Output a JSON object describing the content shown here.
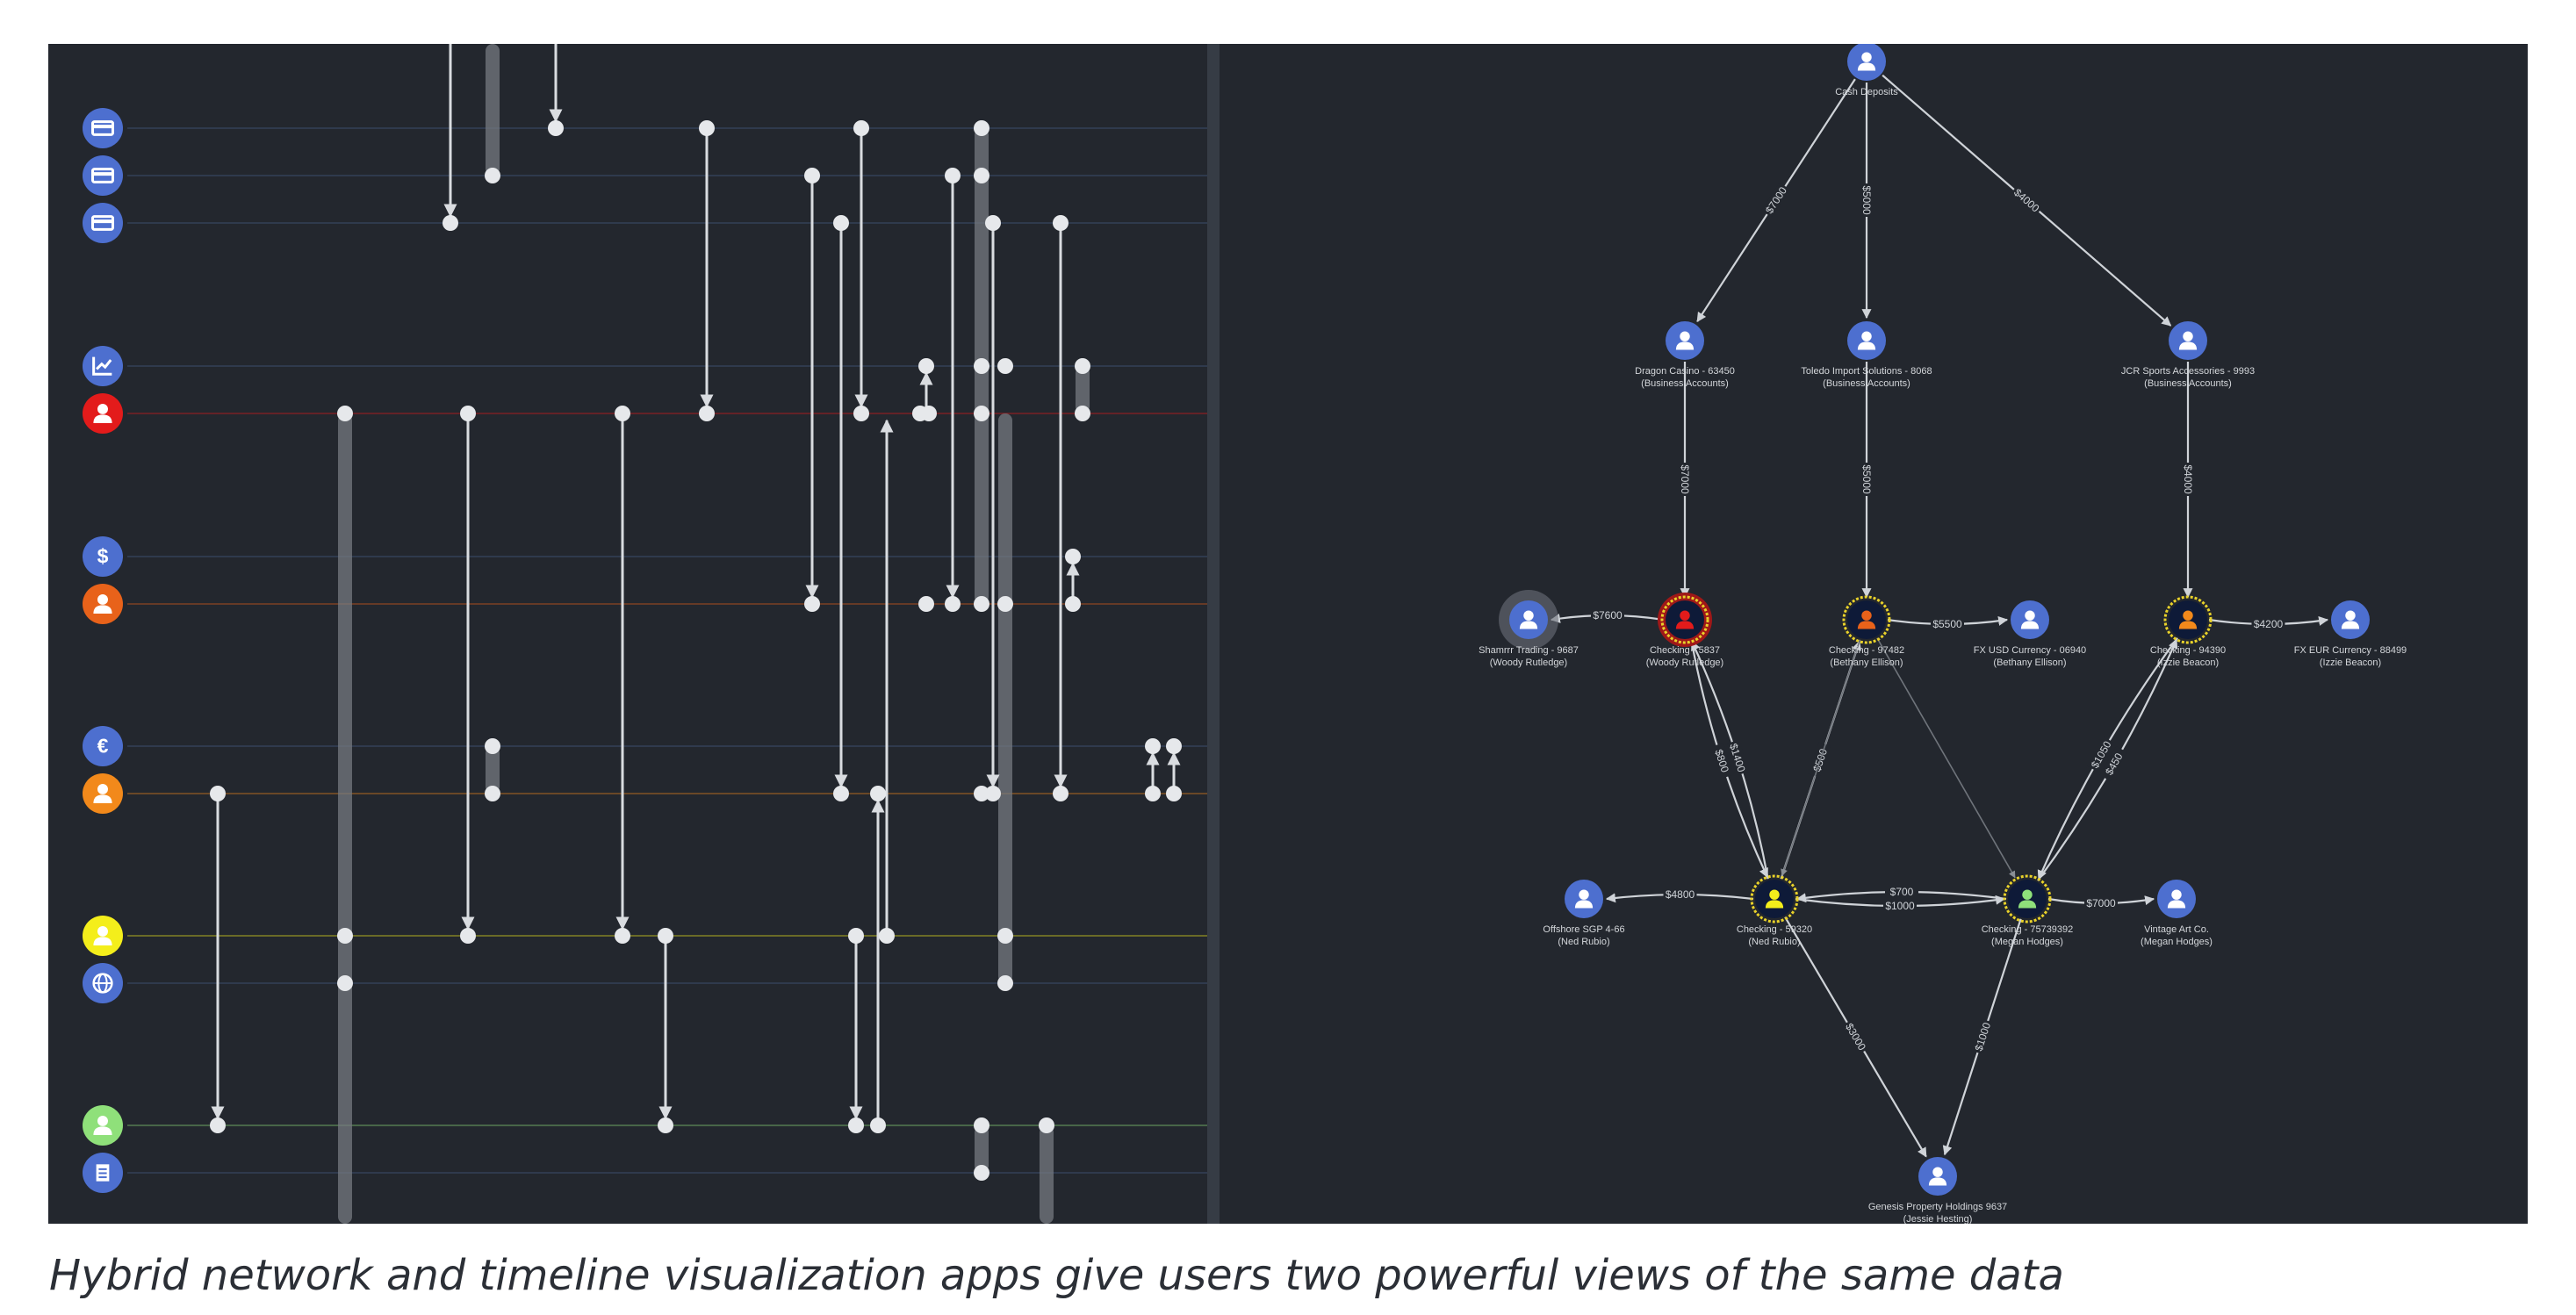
{
  "caption": "Hybrid network and timeline visualization apps give users two powerful views of the same data",
  "colors": {
    "background": "#23272e",
    "panel_divider": "#363c45",
    "link": "#d9dce0",
    "bar": "#767a80",
    "node_blue": "#4d6fcf",
    "red": "#e31b1b",
    "orange_dark": "#e8621a",
    "orange": "#f2891b",
    "yellow": "#f4ee1b",
    "green": "#8fe07a",
    "navy": "#0e1a38"
  },
  "timeline": {
    "lanes": [
      {
        "icon": "card-icon",
        "color": "#4d6fcf"
      },
      {
        "icon": "card-icon",
        "color": "#4d6fcf"
      },
      {
        "icon": "card-icon",
        "color": "#4d6fcf"
      },
      {
        "icon": "chart-icon",
        "color": "#4d6fcf"
      },
      {
        "icon": "person-icon",
        "color": "#e31b1b"
      },
      {
        "icon": "dollar-icon",
        "color": "#4d6fcf"
      },
      {
        "icon": "person-icon",
        "color": "#e8621a"
      },
      {
        "icon": "euro-icon",
        "color": "#4d6fcf"
      },
      {
        "icon": "person-icon",
        "color": "#f2891b"
      },
      {
        "icon": "person-icon",
        "color": "#f4ee1b"
      },
      {
        "icon": "globe-icon",
        "color": "#4d6fcf"
      },
      {
        "icon": "person-icon",
        "color": "#8fe07a"
      },
      {
        "icon": "document-icon",
        "color": "#4d6fcf"
      }
    ]
  },
  "network": {
    "nodes": [
      {
        "id": "cash",
        "label1": "Cash Deposits",
        "label2": "",
        "style": "blue"
      },
      {
        "id": "dragon",
        "label1": "Dragon Casino - 63450",
        "label2": "(Business Accounts)",
        "style": "blue"
      },
      {
        "id": "toledo",
        "label1": "Toledo Import Solutions - 8068",
        "label2": "(Business Accounts)",
        "style": "blue"
      },
      {
        "id": "jcr",
        "label1": "JCR Sports Accessories - 9993",
        "label2": "(Business Accounts)",
        "style": "blue"
      },
      {
        "id": "sham",
        "label1": "Shamrrr Trading - 9687",
        "label2": "(Woody Rutledge)",
        "style": "gray"
      },
      {
        "id": "chk_woody",
        "label1": "Checking - 5837",
        "label2": "(Woody Rutledge)",
        "style": "red"
      },
      {
        "id": "chk_bethany",
        "label1": "Checking - 97482",
        "label2": "(Bethany Ellison)",
        "style": "orange"
      },
      {
        "id": "fxusd",
        "label1": "FX USD Currency - 06940",
        "label2": "(Bethany Ellison)",
        "style": "blue"
      },
      {
        "id": "chk_izzie",
        "label1": "Checking - 94390",
        "label2": "(Izzie Beacon)",
        "style": "orange2"
      },
      {
        "id": "fxeur",
        "label1": "FX EUR Currency - 88499",
        "label2": "(Izzie Beacon)",
        "style": "blue"
      },
      {
        "id": "offshore",
        "label1": "Offshore SGP 4-66",
        "label2": "(Ned Rubio)",
        "style": "blue"
      },
      {
        "id": "chk_ned",
        "label1": "Checking - 59320",
        "label2": "(Ned Rubio)",
        "style": "yellow"
      },
      {
        "id": "chk_megan",
        "label1": "Checking - 75739392",
        "label2": "(Megan Hodges)",
        "style": "green"
      },
      {
        "id": "vintage",
        "label1": "Vintage Art Co.",
        "label2": "(Megan Hodges)",
        "style": "blue"
      },
      {
        "id": "genesis",
        "label1": "Genesis Property Holdings 9637",
        "label2": "(Jessie Hesting)",
        "style": "blue"
      }
    ],
    "links": [
      {
        "from": "cash",
        "to": "dragon",
        "label": "$7000"
      },
      {
        "from": "cash",
        "to": "toledo",
        "label": "$5000"
      },
      {
        "from": "cash",
        "to": "jcr",
        "label": "$4000"
      },
      {
        "from": "dragon",
        "to": "chk_woody",
        "label": "$7000"
      },
      {
        "from": "toledo",
        "to": "chk_bethany",
        "label": "$5000"
      },
      {
        "from": "jcr",
        "to": "chk_izzie",
        "label": "$4000"
      },
      {
        "from": "chk_woody",
        "to": "sham",
        "label": "$7600"
      },
      {
        "from": "chk_bethany",
        "to": "fxusd",
        "label": "$5500"
      },
      {
        "from": "chk_izzie",
        "to": "fxeur",
        "label": "$4200"
      },
      {
        "from": "chk_ned",
        "to": "chk_woody",
        "label": "$1400"
      },
      {
        "from": "chk_woody",
        "to": "chk_ned",
        "label": "$800"
      },
      {
        "from": "chk_ned",
        "to": "chk_bethany",
        "label": "$500"
      },
      {
        "from": "chk_megan",
        "to": "chk_izzie",
        "label": "$450"
      },
      {
        "from": "chk_izzie",
        "to": "chk_megan",
        "label": "$1050"
      },
      {
        "from": "chk_ned",
        "to": "chk_megan",
        "label": "$1000"
      },
      {
        "from": "chk_megan",
        "to": "chk_ned",
        "label": "$700"
      },
      {
        "from": "chk_ned",
        "to": "offshore",
        "label": "$4800"
      },
      {
        "from": "chk_megan",
        "to": "vintage",
        "label": "$7000"
      },
      {
        "from": "chk_ned",
        "to": "genesis",
        "label": "$3000"
      },
      {
        "from": "chk_megan",
        "to": "genesis",
        "label": "$1000"
      }
    ]
  }
}
